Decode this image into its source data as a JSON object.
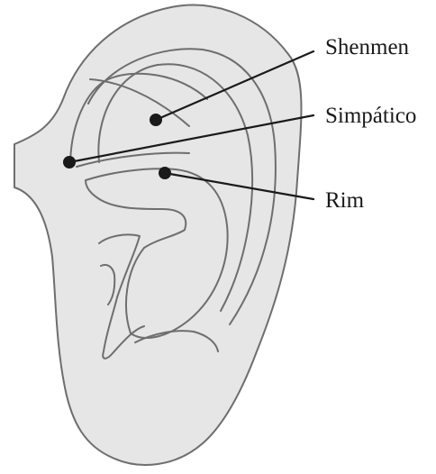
{
  "labels": {
    "shenmen": "Shenmen",
    "simpatico": "Simpático",
    "rim": "Rim"
  },
  "colors": {
    "ear_fill": "#e6e6e6",
    "ear_outline": "#6e6e6e",
    "points": "#1a1a1a"
  }
}
